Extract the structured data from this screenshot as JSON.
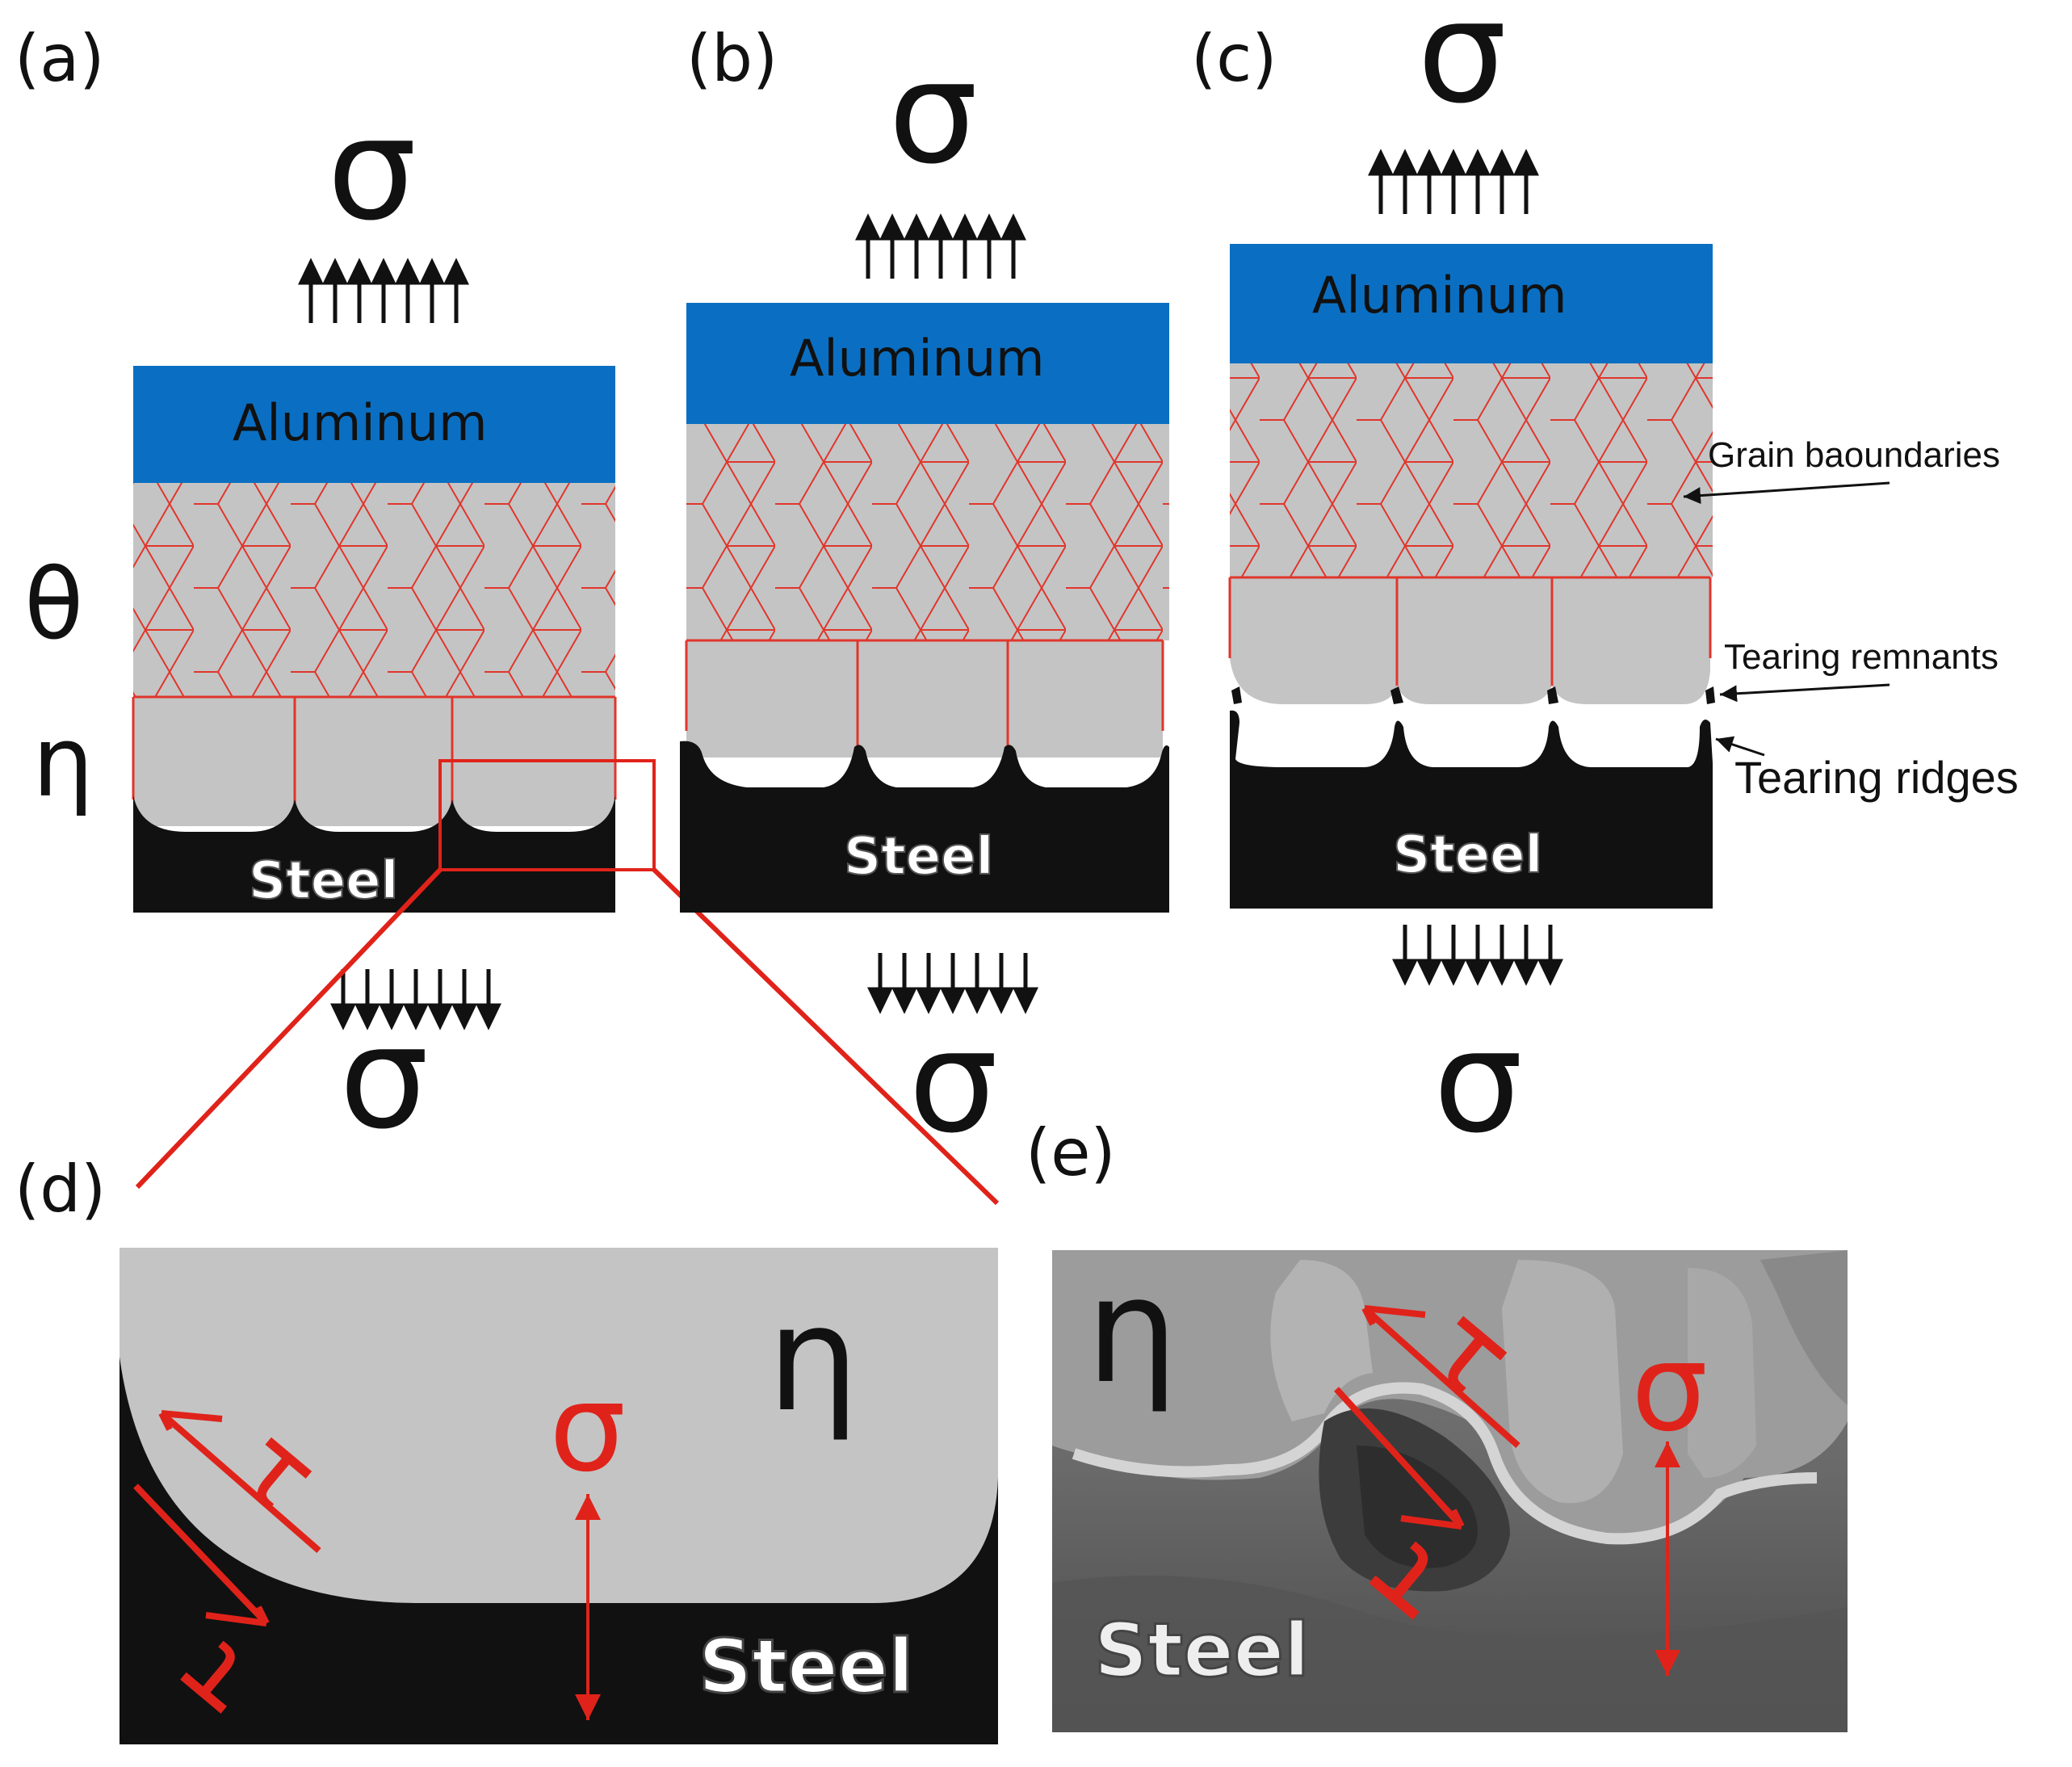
{
  "panels": {
    "a": "(a)",
    "b": "(b)",
    "c": "(c)",
    "d": "(d)",
    "e": "(e)"
  },
  "symbols": {
    "sigma": "σ",
    "theta": "θ",
    "eta": "η",
    "tau": "τ"
  },
  "labels": {
    "aluminum": "Aluminum",
    "steel": "Steel",
    "grain_boundaries": "Grain baoundaries",
    "tearing_remnants": "Tearing remnants",
    "tearing_ridges": "Tearing ridges"
  },
  "colors": {
    "aluminum": "#0a6fc2",
    "intermetallic": "#c4c4c4",
    "grain_boundary": "#e0362c",
    "steel": "#111111",
    "stress_red": "#e0231a"
  }
}
